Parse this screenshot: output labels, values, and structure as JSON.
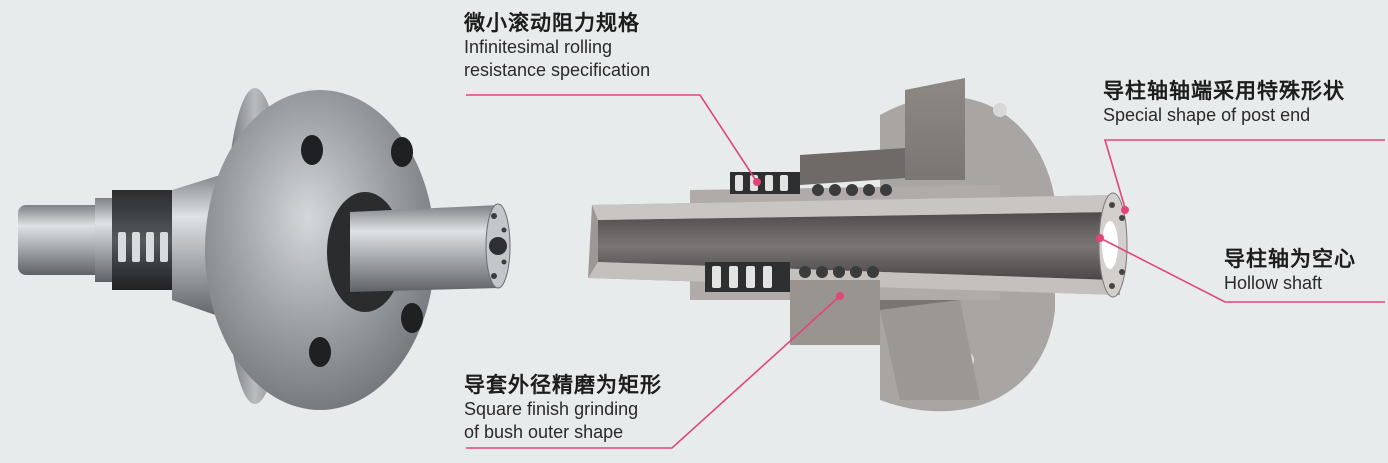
{
  "labels": {
    "rolling": {
      "zh": "微小滚动阻力规格",
      "en_line1": "Infinitesimal rolling",
      "en_line2": "resistance specification"
    },
    "post_end": {
      "zh": "导柱轴轴端采用特殊形状",
      "en": "Special shape of post end"
    },
    "hollow": {
      "zh": "导柱轴为空心",
      "en": "Hollow shaft"
    },
    "square": {
      "zh": "导套外径精磨为矩形",
      "en_line1": "Square finish grinding",
      "en_line2": "of bush outer shape"
    }
  },
  "colors": {
    "background": "#e8ebeb",
    "leader": "#e2447a",
    "metal": "#a8adb1",
    "section": "#8a8582",
    "text": "#1d1d1d"
  }
}
